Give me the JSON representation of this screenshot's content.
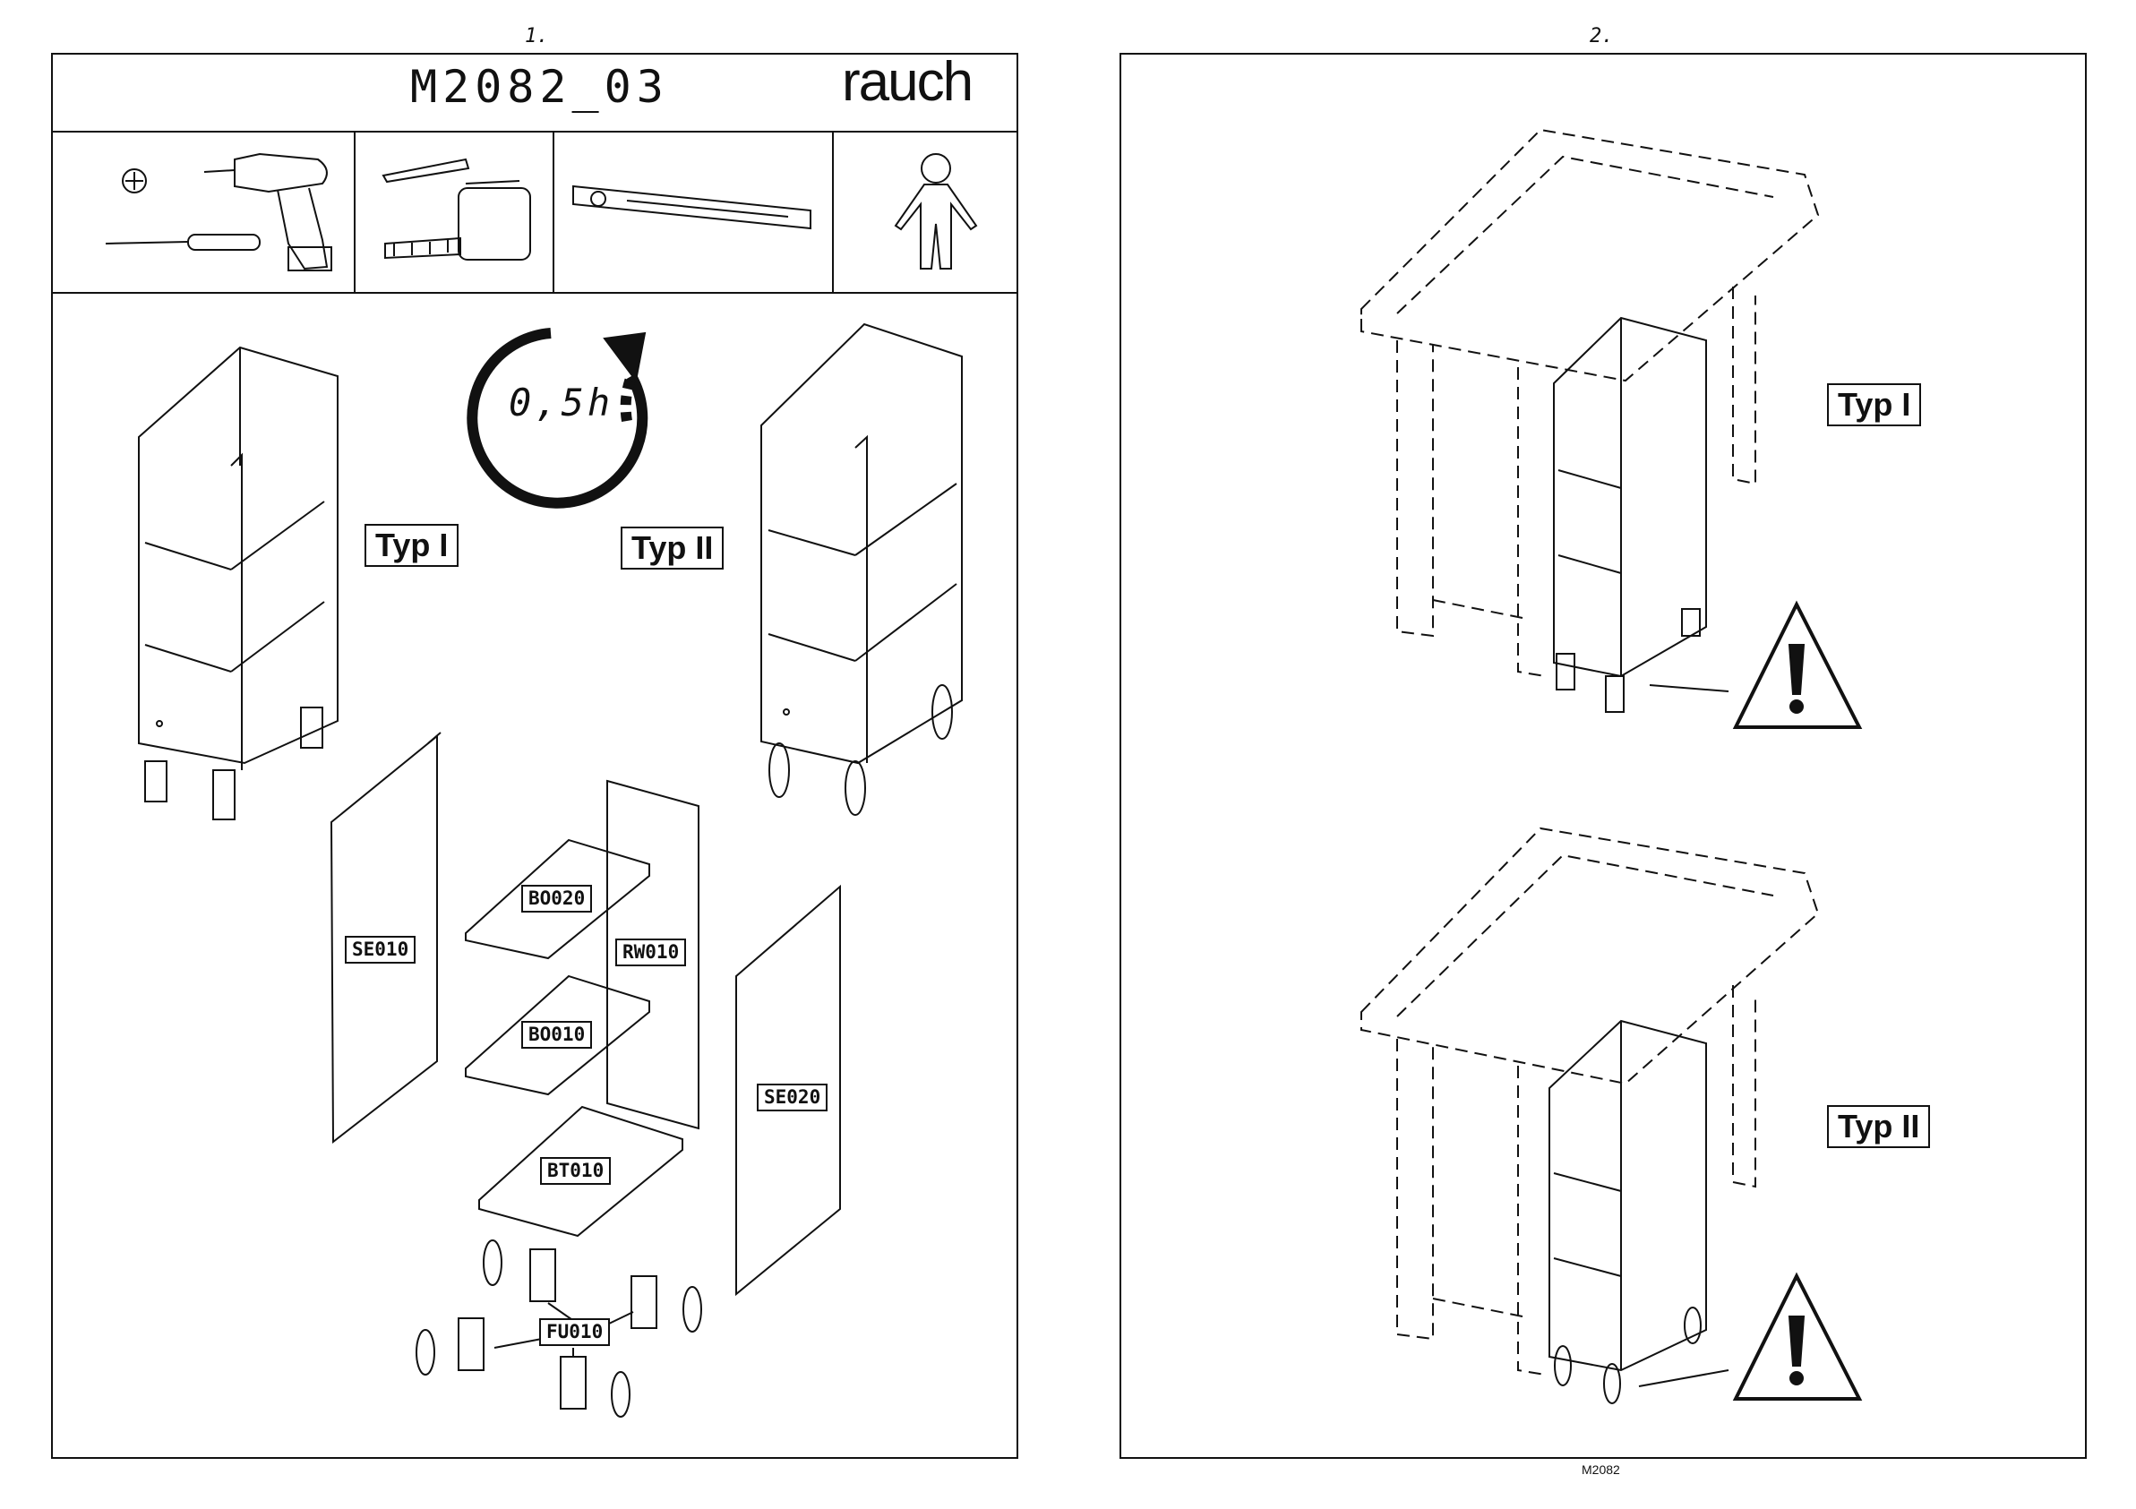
{
  "page1": {
    "page_number": "1.",
    "model": "M2082_03",
    "brand": "rauch",
    "time_label": "0,5h",
    "type_labels": [
      "Typ I",
      "Typ II"
    ],
    "parts": {
      "se010": "SE010",
      "bo020": "BO020",
      "rw010": "RW010",
      "bo010": "BO010",
      "se020": "SE020",
      "bt010": "BT010",
      "fu010": "FU010"
    }
  },
  "page2": {
    "page_number": "2.",
    "type_labels": [
      "Typ I",
      "Typ II"
    ],
    "footer": "M2082"
  },
  "tools": [
    "screw-bit-icon",
    "drill-icon",
    "screwdriver-icon",
    "pencil-icon",
    "tape-measure-icon",
    "spirit-level-icon",
    "person-icon"
  ]
}
